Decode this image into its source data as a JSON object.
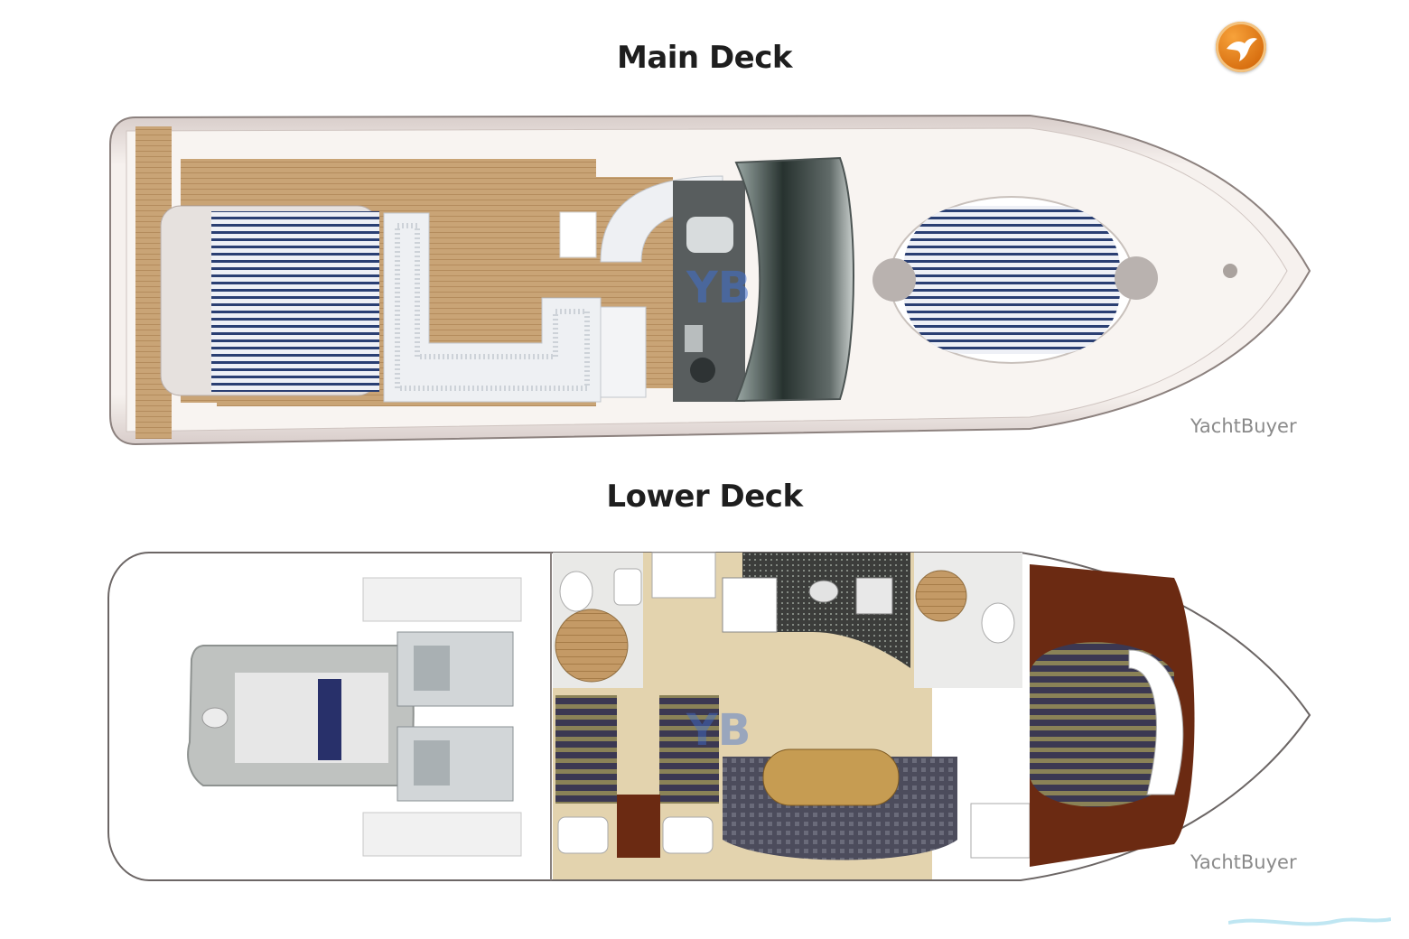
{
  "main_deck": {
    "title": "Main Deck",
    "watermark": "YachtBuyer"
  },
  "lower_deck": {
    "title": "Lower Deck",
    "watermark": "YachtBuyer"
  },
  "logo": {
    "icon": "yachtbuyer-bird-logo-icon",
    "color": "#e8841c"
  },
  "colors": {
    "teak": "#c9a476",
    "hull": "#f1ebe6",
    "upholstery_stripe": "#2a3f73",
    "interior_floor": "#e3d3ae",
    "fabric_check": "#4c4c5c",
    "wood_trim": "#6b2a12"
  }
}
